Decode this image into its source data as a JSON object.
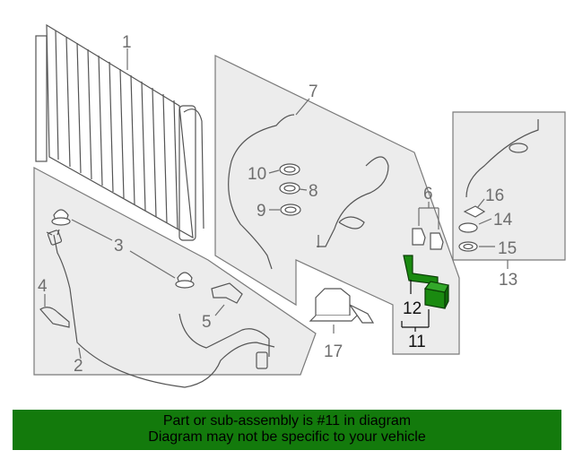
{
  "diagram": {
    "callouts": {
      "c1": "1",
      "c2": "2",
      "c3": "3",
      "c4": "4",
      "c5": "5",
      "c6": "6",
      "c7": "7",
      "c8": "8",
      "c9": "9",
      "c10": "10",
      "c11": "11",
      "c12": "12",
      "c13": "13",
      "c14": "14",
      "c15": "15",
      "c16": "16",
      "c17": "17"
    },
    "highlighted_part": "11",
    "highlight_color": "#1a8a10"
  },
  "banner": {
    "line1": "Part or sub-assembly is #11 in diagram",
    "line2": "Diagram may not be specific to your vehicle",
    "background": "#137a0c"
  }
}
